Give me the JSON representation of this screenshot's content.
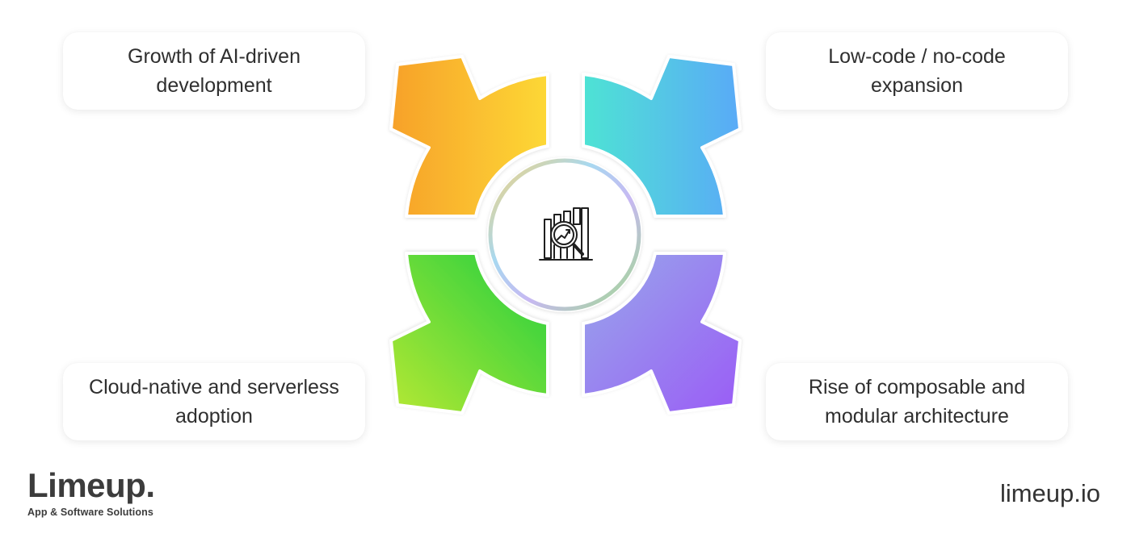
{
  "cards": {
    "top_left": "Growth of AI-driven development",
    "top_right": "Low-code / no-code expansion",
    "bottom_left": "Cloud-native and serverless adoption",
    "bottom_right": "Rise of composable and modular architecture"
  },
  "center": {
    "icon": "chart-magnifier-icon"
  },
  "arrows": {
    "top_left": {
      "from": "#f7a12a",
      "to": "#fdd835",
      "direction": "up-left"
    },
    "top_right": {
      "from": "#5aaaf7",
      "to": "#4ee3d4",
      "direction": "up-right"
    },
    "bottom_left": {
      "from": "#b5e833",
      "to": "#21cf3f",
      "direction": "down-left"
    },
    "bottom_right": {
      "from": "#9a5cf6",
      "to": "#98a8ea",
      "direction": "down-right"
    }
  },
  "brand": {
    "logo": "Limeup.",
    "tagline": "App & Software Solutions",
    "website": "limeup.io"
  }
}
